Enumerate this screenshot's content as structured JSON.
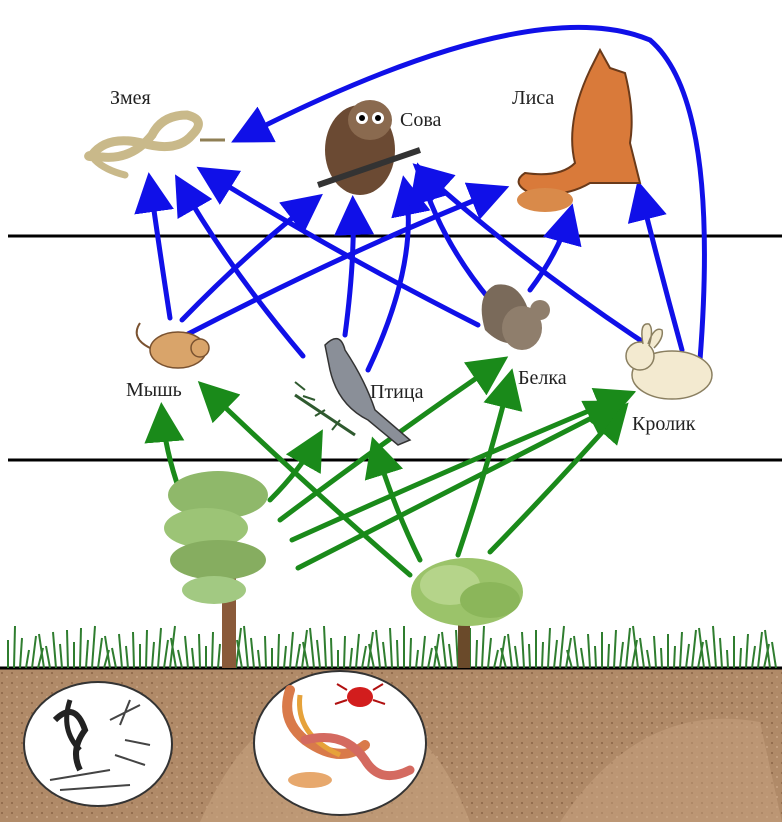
{
  "labels": {
    "snake": "Змея",
    "owl": "Сова",
    "fox": "Лиса",
    "mouse": "Мышь",
    "bird": "Птица",
    "squirrel": "Белка",
    "rabbit": "Кролик"
  },
  "colors": {
    "consumer_arrow": "#1010e8",
    "producer_arrow": "#1a8a1a",
    "divider": "#000000",
    "soil": "#a8805e",
    "grass": "#2f7d2f"
  }
}
